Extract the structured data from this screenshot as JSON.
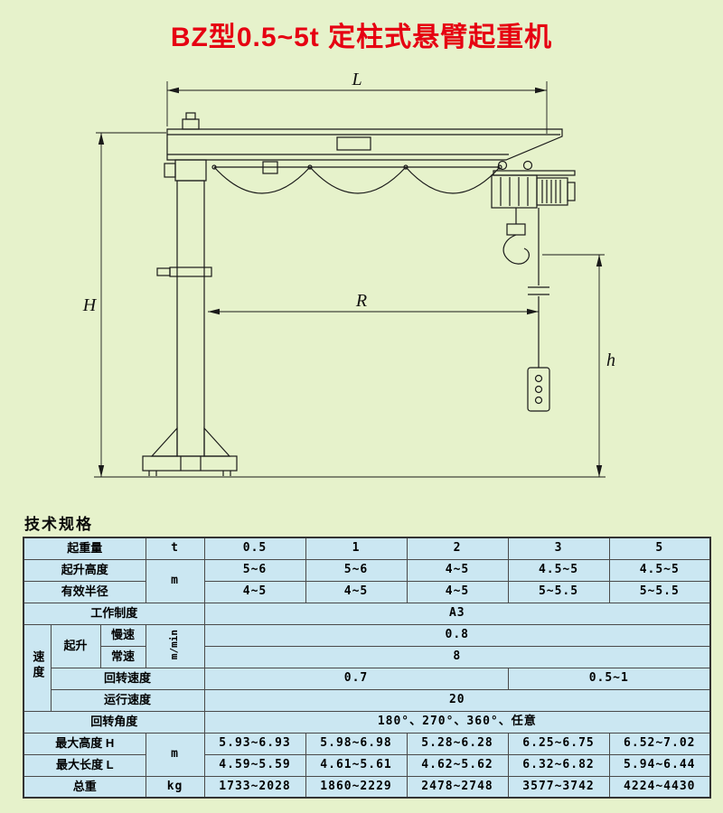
{
  "title": "BZ型0.5~5t 定柱式悬臂起重机",
  "section": {
    "heading": "技术规格"
  },
  "drawing": {
    "dims": {
      "L": "L",
      "H": "H",
      "R": "R",
      "h": "h"
    }
  },
  "table": {
    "capacity": {
      "label": "起重量",
      "unit": "t",
      "values": [
        "0.5",
        "1",
        "2",
        "3",
        "5"
      ]
    },
    "lift_height": {
      "label": "起升高度",
      "unit": "m",
      "values": [
        "5~6",
        "5~6",
        "4~5",
        "4.5~5",
        "4.5~5"
      ]
    },
    "radius": {
      "label": "有效半径",
      "values": [
        "4~5",
        "4~5",
        "4~5",
        "5~5.5",
        "5~5.5"
      ]
    },
    "duty": {
      "label": "工作制度",
      "value": "A3"
    },
    "speed": {
      "group_label": "速度",
      "lifting_label": "起升",
      "unit": "m/min",
      "slow": {
        "label": "慢速",
        "value": "0.8"
      },
      "normal": {
        "label": "常速",
        "value": "8"
      },
      "slew": {
        "label": "回转速度",
        "value_low": "0.7",
        "value_high": "0.5~1"
      },
      "travel": {
        "label": "运行速度",
        "value": "20"
      }
    },
    "slew_angle": {
      "label": "回转角度",
      "value": "180°、270°、360°、任意"
    },
    "max_height": {
      "label": "最大高度 H",
      "unit": "m",
      "values": [
        "5.93~6.93",
        "5.98~6.98",
        "5.28~6.28",
        "6.25~6.75",
        "6.52~7.02"
      ]
    },
    "max_length": {
      "label": "最大长度 L",
      "values": [
        "4.59~5.59",
        "4.61~5.61",
        "4.62~5.62",
        "6.32~6.82",
        "5.94~6.44"
      ]
    },
    "total_weight": {
      "label": "总重",
      "unit": "kg",
      "values": [
        "1733~2028",
        "1860~2229",
        "2478~2748",
        "3577~3742",
        "4224~4430"
      ]
    }
  }
}
